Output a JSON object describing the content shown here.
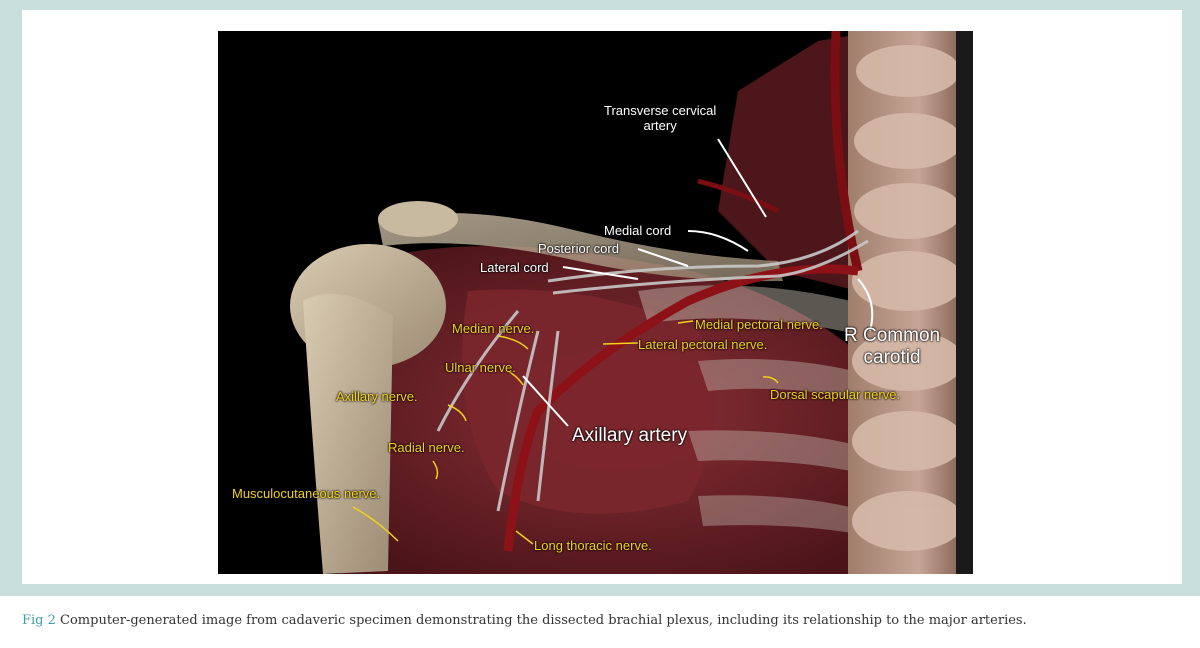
{
  "figure": {
    "labels": {
      "transverse_cervical_artery": "Transverse cervical\nartery",
      "medial_cord": "Medial cord",
      "posterior_cord": "Posterior cord",
      "lateral_cord": "Lateral cord",
      "median_nerve": "Median nerve.",
      "medial_pectoral_nerve": "Medial pectoral nerve.",
      "lateral_pectoral_nerve": "Lateral pectoral nerve.",
      "r_common_carotid": "R Common\ncarotid",
      "ulnar_nerve": "Ulnar nerve.",
      "axillary_nerve": "Axillary nerve.",
      "dorsal_scapular_nerve": "Dorsal scapular nerve.",
      "axillary_artery": "Axillary artery",
      "radial_nerve": "Radial nerve.",
      "musculocutaneous_nerve": "Musculocutaneous nerve.",
      "long_thoracic_nerve": "Long thoracic nerve."
    },
    "colors": {
      "white_label": "#ffffff",
      "nerve_label": "#f2d11b",
      "tissue": "#6b1f24",
      "bone": "#c9b9a2",
      "frame": "#c9dfdc",
      "caption_accent": "#3f9fa3"
    }
  },
  "caption": {
    "label": "Fig 2",
    "text": " Computer-generated image from cadaveric specimen demonstrating the dissected brachial plexus, including its relationship to the major arteries."
  }
}
